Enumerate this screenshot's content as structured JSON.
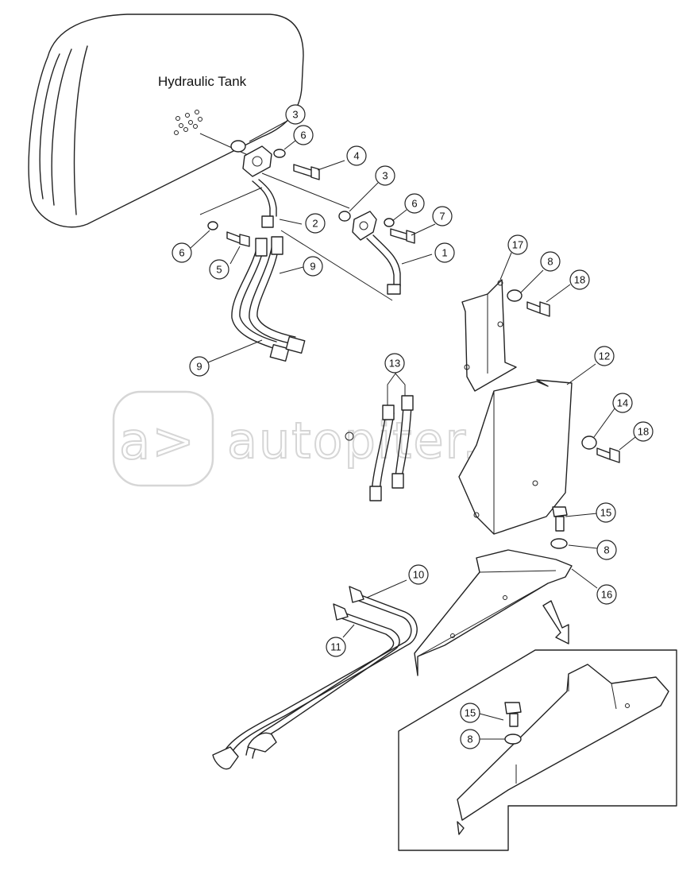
{
  "title": "Hydraulic Tank",
  "watermark": {
    "text": "autopiter.ru",
    "logo": "a>"
  },
  "callouts": {
    "c1": "1",
    "c2": "2",
    "c3a": "3",
    "c3b": "3",
    "c4": "4",
    "c5": "5",
    "c6a": "6",
    "c6b": "6",
    "c6c": "6",
    "c7": "7",
    "c8a": "8",
    "c8b": "8",
    "c8c": "8",
    "c9a": "9",
    "c9b": "9",
    "c10": "10",
    "c11": "11",
    "c12": "12",
    "c13": "13",
    "c14": "14",
    "c15a": "15",
    "c15b": "15",
    "c16": "16",
    "c17": "17",
    "c18a": "18",
    "c18b": "18"
  }
}
